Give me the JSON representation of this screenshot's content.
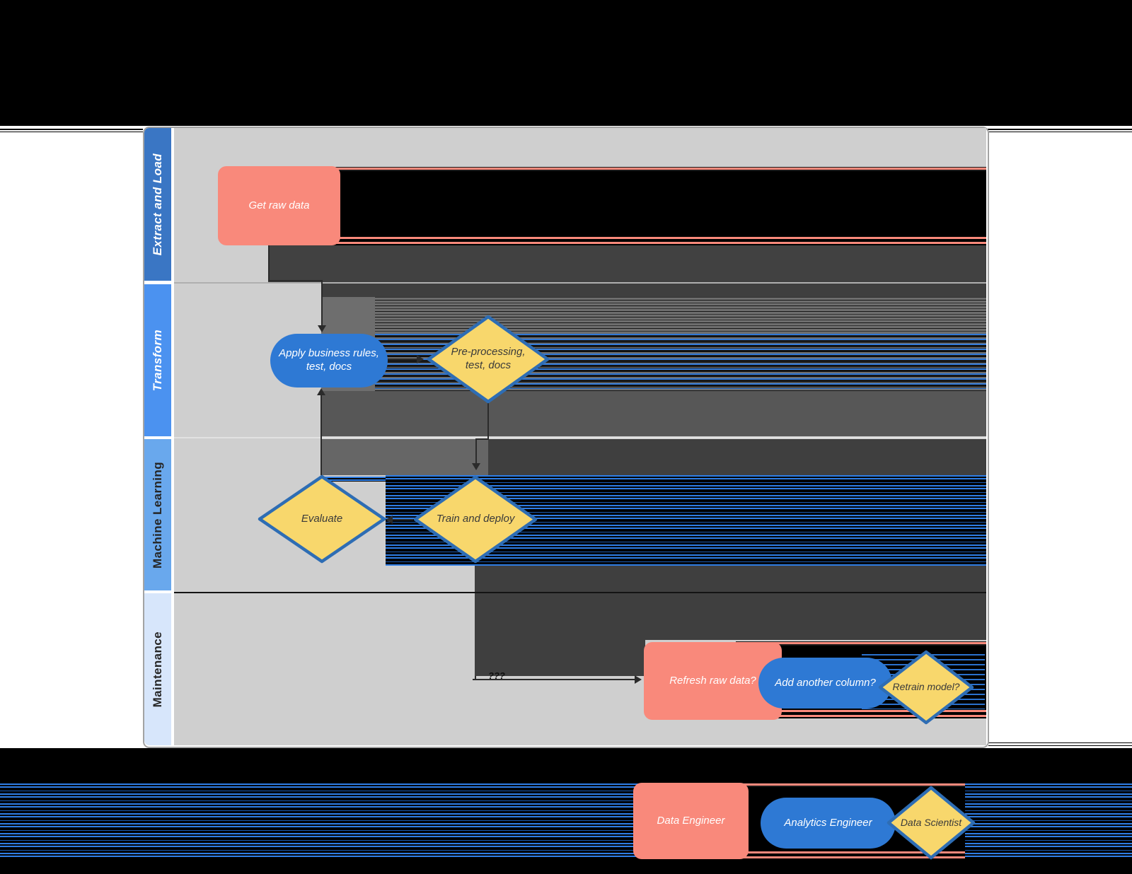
{
  "lanes": [
    {
      "label": "Extract and Load"
    },
    {
      "label": "Transform"
    },
    {
      "label": "Machine Learning"
    },
    {
      "label": "Maintenance"
    }
  ],
  "nodes": {
    "get_raw_data": {
      "label": "Get raw data"
    },
    "apply_business_rules": {
      "label": "Apply business rules, test, docs"
    },
    "pre_processing": {
      "label": "Pre-processing, test, docs"
    },
    "evaluate": {
      "label": "Evaluate"
    },
    "train_and_deploy": {
      "label": "Train and deploy"
    },
    "refresh_raw_data": {
      "label": "Refresh raw data?"
    },
    "add_another_column": {
      "label": "Add another column?"
    },
    "retrain_model": {
      "label": "Retrain model?"
    }
  },
  "edges": {
    "maintenance_loop_label": "???"
  },
  "legend": {
    "data_engineer": {
      "label": "Data Engineer"
    },
    "analytics_engineer": {
      "label": "Analytics Engineer"
    },
    "data_scientist": {
      "label": "Data Scientist"
    }
  },
  "palette": {
    "process_salmon": "#F9897B",
    "subroutine_blue": "#2E79D4",
    "decision_yellow": "#F8D76C",
    "decision_border": "#2E6DB4",
    "lane_extract_and_load": "#3A76C4",
    "lane_transform": "#4B92F0",
    "lane_machine_learning": "#69A8ED",
    "lane_maintenance": "#D7E6FB",
    "lane_body_gray": "#CFCFCF",
    "glitch_dark_gray": "#3F3F3F",
    "glitch_mid_gray": "#6E6E6E",
    "glitch_stripe_blue": "#2E7DE5"
  }
}
